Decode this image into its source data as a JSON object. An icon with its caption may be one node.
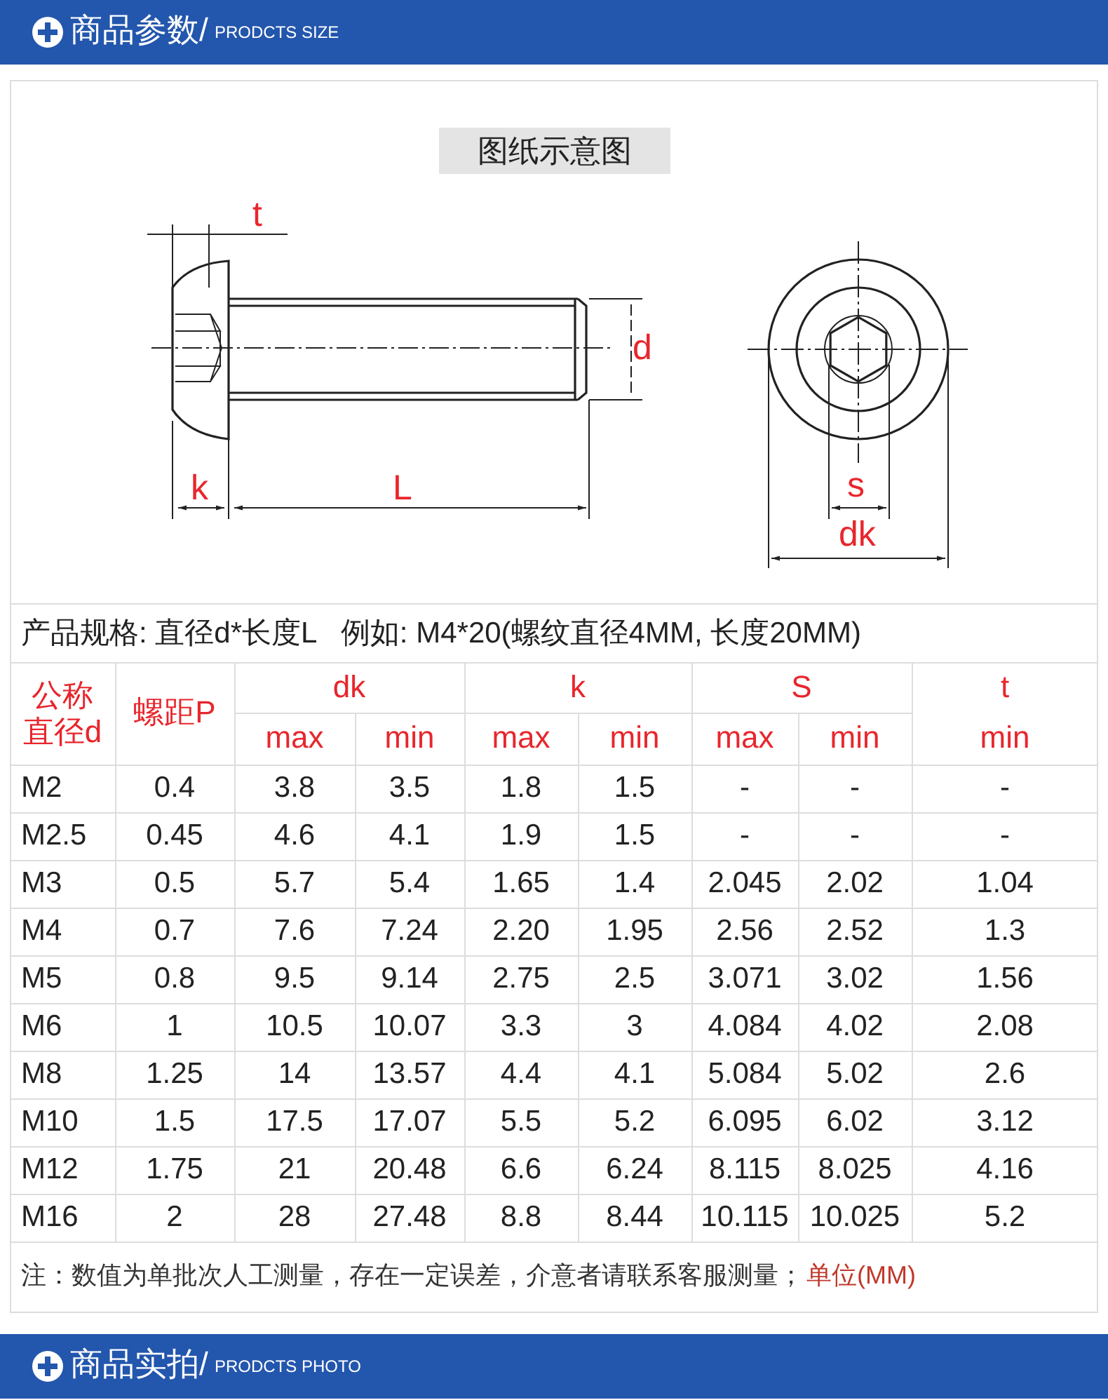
{
  "diagram": {
    "labels": [
      "商品参数/",
      "PRODCTS SIZE",
      "图纸示意图",
      "t",
      "d",
      "k",
      "L",
      "s",
      "dk",
      "产品规格: 直径d*长度L   例如: M4*20(螺纹直径4MM, 长度20MM)",
      "公称直径d",
      "螺距P",
      "dk",
      "k",
      "S",
      "t",
      "max",
      "min",
      "max",
      "min",
      "max",
      "min",
      "min",
      "M2",
      "0.4",
      "3.8",
      "3.5",
      "1.8",
      "1.5",
      "-",
      "-",
      "-",
      "M2.5",
      "0.45",
      "4.6",
      "4.1",
      "1.9",
      "1.5",
      "-",
      "-",
      "-",
      "M3",
      "0.5",
      "5.7",
      "5.4",
      "1.65",
      "1.4",
      "2.045",
      "2.02",
      "1.04",
      "M4",
      "0.7",
      "7.6",
      "7.24",
      "2.20",
      "1.95",
      "2.56",
      "2.52",
      "1.3",
      "M5",
      "0.8",
      "9.5",
      "9.14",
      "2.75",
      "2.5",
      "3.071",
      "3.02",
      "1.56",
      "M6",
      "1",
      "10.5",
      "10.07",
      "3.3",
      "3",
      "4.084",
      "4.02",
      "2.08",
      "M8",
      "1.25",
      "14",
      "13.57",
      "4.4",
      "4.1",
      "5.084",
      "5.02",
      "2.6",
      "M10",
      "1.5",
      "17.5",
      "17.07",
      "5.5",
      "5.2",
      "6.095",
      "6.02",
      "3.12",
      "M12",
      "1.75",
      "21",
      "20.48",
      "6.6",
      "6.24",
      "8.115",
      "8.025",
      "4.16",
      "M16",
      "2",
      "28",
      "27.48",
      "8.8",
      "8.44",
      "10.115",
      "10.025",
      "5.2",
      "注：数值为单批次人工测量，存在一定误差，介意者请联系客服测量；",
      "单位(MM)",
      "商品实拍/",
      "PRODCTS PHOTO"
    ]
  }
}
